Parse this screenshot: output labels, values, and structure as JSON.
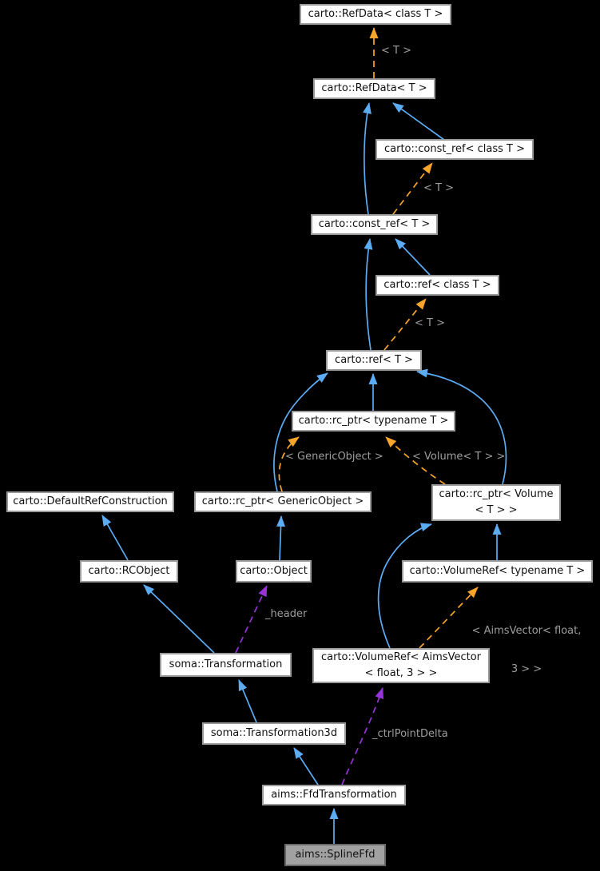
{
  "colors": {
    "background": "#000000",
    "node_fill": "#ffffff",
    "node_border": "#9a9a9a",
    "node_text": "#111111",
    "highlight_fill": "#a1a1a1",
    "highlight_border": "#666666",
    "inheritance_edge": "#5cacf4",
    "template_edge": "#f9a42a",
    "usage_edge": "#9633d9",
    "edge_label": "#9e9ea0"
  },
  "nodes": [
    {
      "id": "refdata-class-t",
      "label": "carto::RefData< class T >"
    },
    {
      "id": "refdata-t",
      "label": "carto::RefData< T >"
    },
    {
      "id": "const-ref-class-t",
      "label": "carto::const_ref< class T >"
    },
    {
      "id": "const-ref-t",
      "label": "carto::const_ref< T >"
    },
    {
      "id": "ref-class-t",
      "label": "carto::ref< class T >"
    },
    {
      "id": "ref-t",
      "label": "carto::ref< T >"
    },
    {
      "id": "rc-ptr-typename-t",
      "label": "carto::rc_ptr< typename T >"
    },
    {
      "id": "default-ref-construction",
      "label": "carto::DefaultRefConstruction"
    },
    {
      "id": "rc-ptr-genericobject",
      "label": "carto::rc_ptr< GenericObject >"
    },
    {
      "id": "rc-ptr-volume-t",
      "label": "carto::rc_ptr< Volume",
      "label2": "< T > >"
    },
    {
      "id": "rcobject",
      "label": "carto::RCObject"
    },
    {
      "id": "object",
      "label": "carto::Object"
    },
    {
      "id": "volumeref-typename-t",
      "label": "carto::VolumeRef< typename T >"
    },
    {
      "id": "transformation",
      "label": "soma::Transformation"
    },
    {
      "id": "volumeref-aimsvector",
      "label": "carto::VolumeRef< AimsVector",
      "label2": "< float, 3 > >"
    },
    {
      "id": "transformation3d",
      "label": "soma::Transformation3d"
    },
    {
      "id": "ffdtransformation",
      "label": "aims::FfdTransformation"
    },
    {
      "id": "splineffd",
      "label": "aims::SplineFfd"
    }
  ],
  "edge_labels": {
    "t_refdata": "< T >",
    "t_constref": "< T >",
    "t_ref": "< T >",
    "generic_object": "< GenericObject >",
    "volume_t": "< Volume< T > >",
    "aimsvector_l1": "< AimsVector< float,",
    "aimsvector_l2": "3 > >",
    "header": "_header",
    "ctrl_point_delta": "_ctrlPointDelta"
  }
}
